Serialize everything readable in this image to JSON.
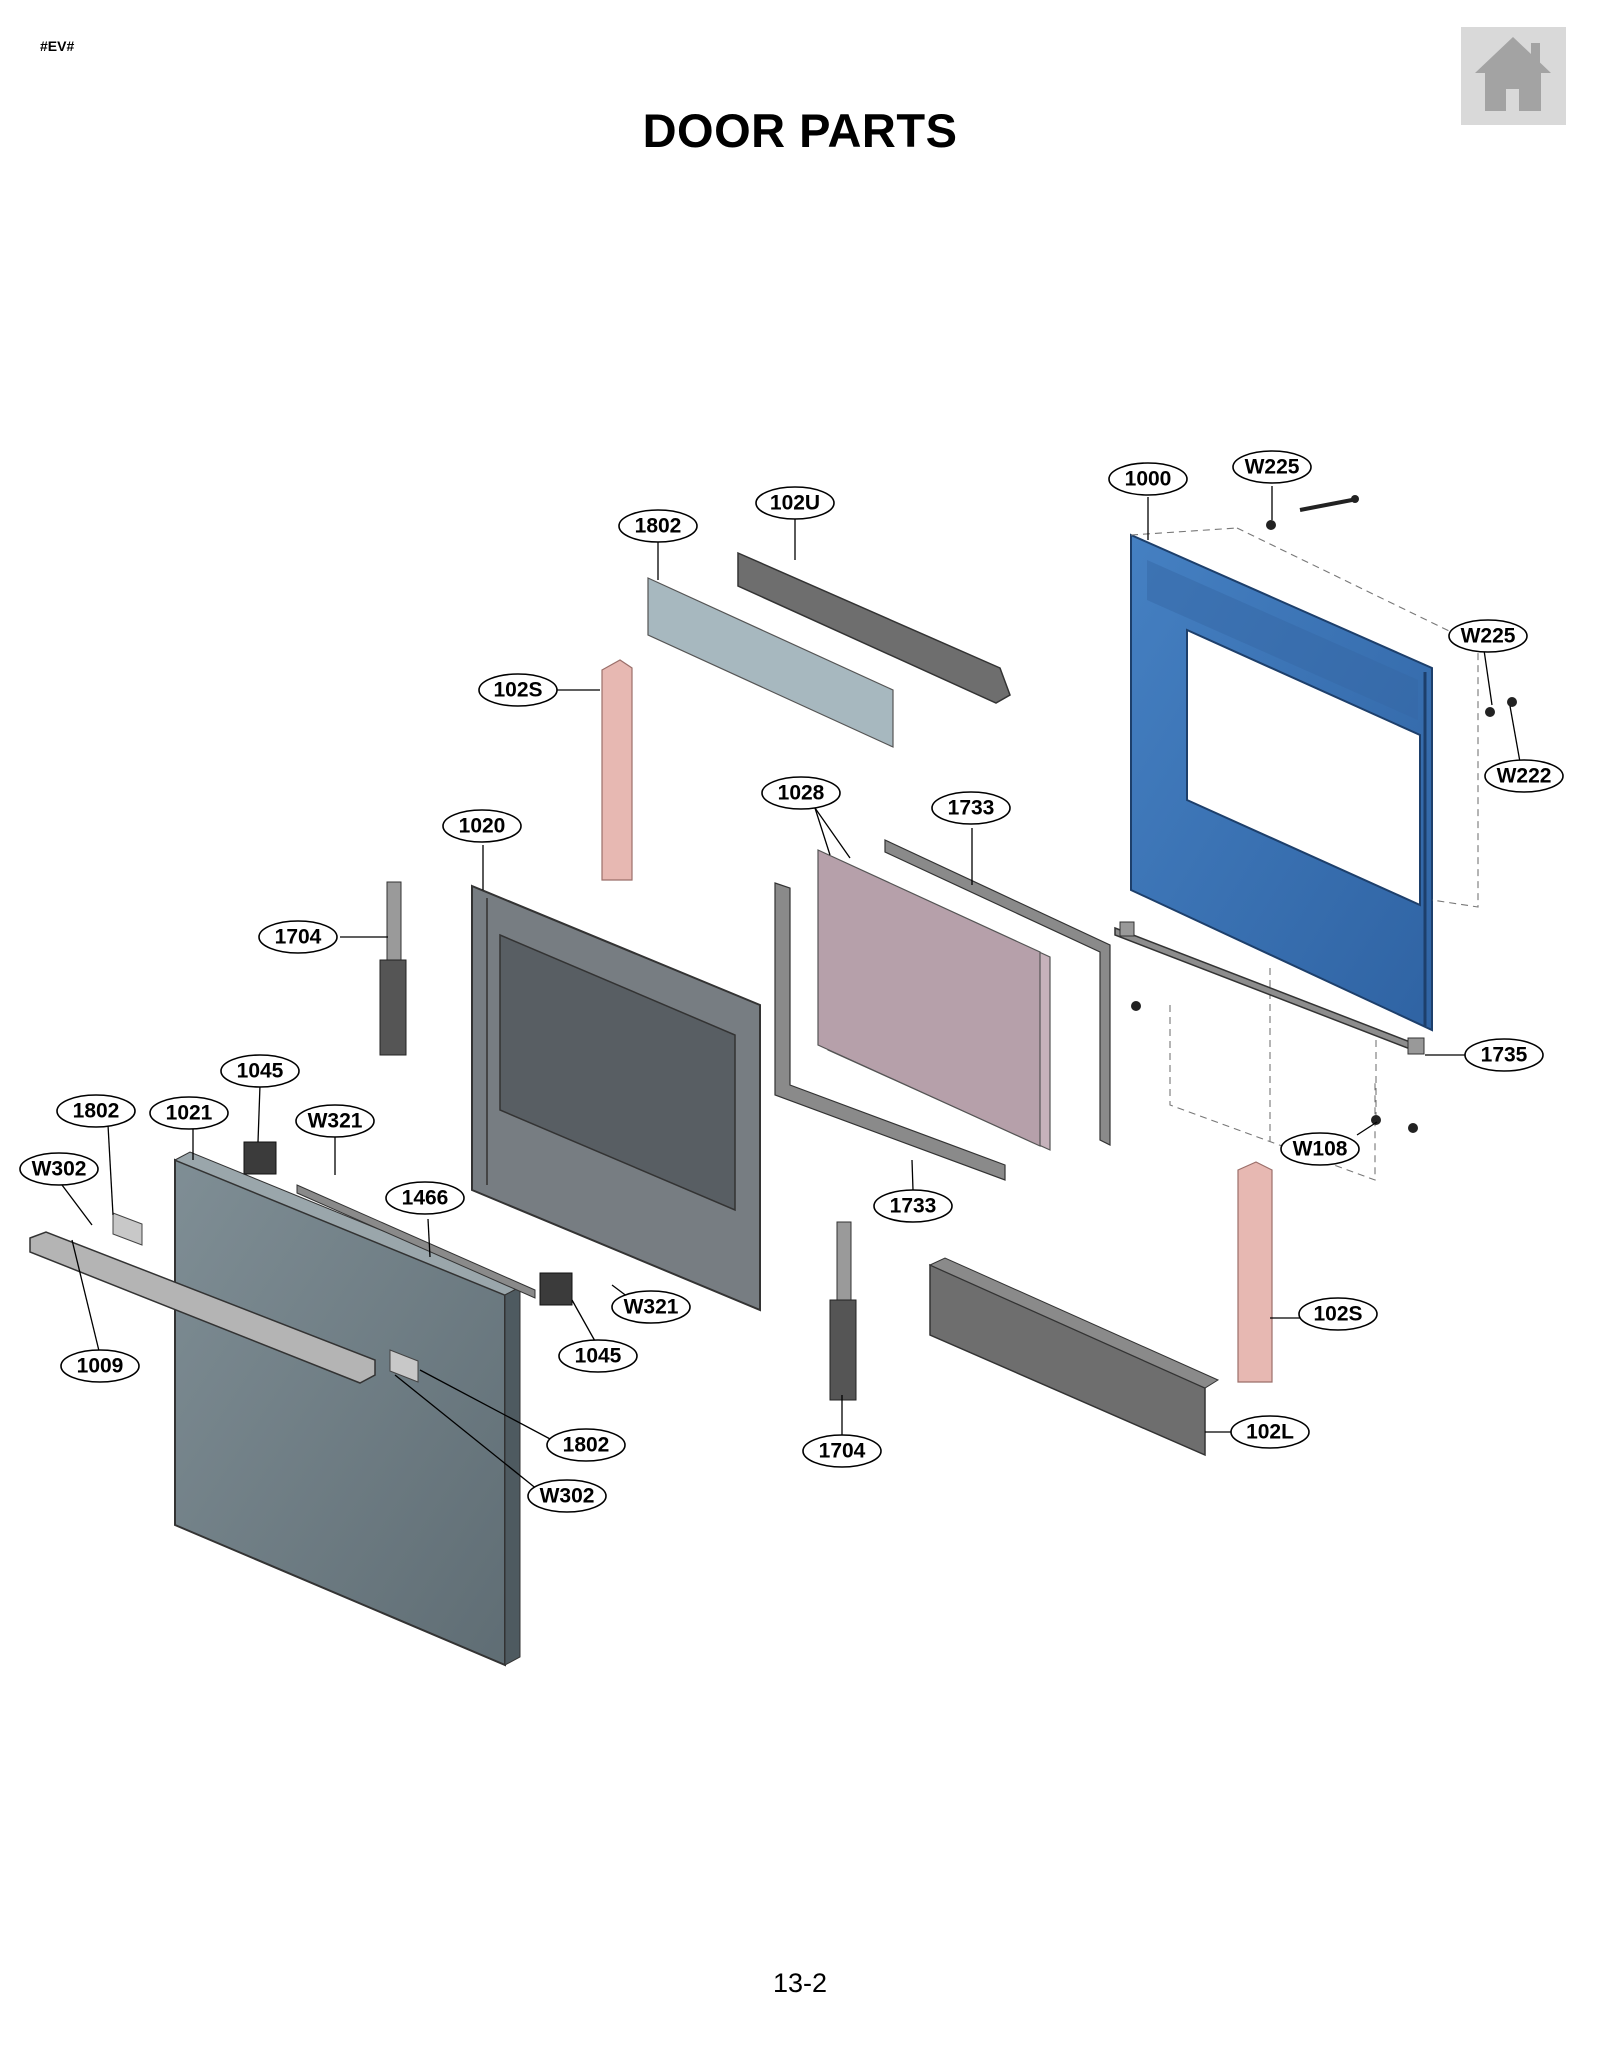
{
  "corner_tag": "#EV#",
  "title": "DOOR PARTS",
  "page_number": "13-2",
  "home_icon": "home-icon",
  "callouts": {
    "c1000": "1000",
    "w225a": "W225",
    "w225b": "W225",
    "w222": "W222",
    "c102u": "102U",
    "c1802a": "1802",
    "c102sa": "102S",
    "c1028": "1028",
    "c1733a": "1733",
    "c1020": "1020",
    "c1704a": "1704",
    "c1735": "1735",
    "w108": "W108",
    "c1045a": "1045",
    "c1802b": "1802",
    "c1021": "1021",
    "w321a": "W321",
    "w302a": "W302",
    "c1466": "1466",
    "c1733b": "1733",
    "c102sb": "102S",
    "w321b": "W321",
    "c1045b": "1045",
    "c1009": "1009",
    "c1802c": "1802",
    "w302b": "W302",
    "c1704b": "1704",
    "c102l": "102L"
  },
  "colors": {
    "inner_door_frame": "#3b73b4",
    "outer_door_panel": "#6e7e85",
    "glass_pane": "#b6a0aa",
    "insulation_side": "#e7b8b2",
    "insulation_upper": "#a5b6bd",
    "insulation_bar": "#777777"
  }
}
